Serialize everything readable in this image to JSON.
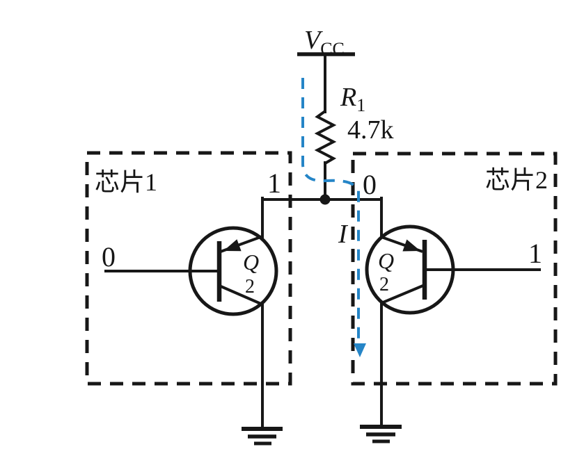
{
  "labels": {
    "vcc_base": "V",
    "vcc_sub": "CC",
    "r1_base": "R",
    "r1_sub": "1",
    "r1_value": "4.7k",
    "current": "I"
  },
  "chip1": {
    "name": "芯片1",
    "output_level": "1",
    "input_level": "0",
    "transistor_base": "Q",
    "transistor_sub": "2"
  },
  "chip2": {
    "name": "芯片2",
    "node_level": "0",
    "input_level": "1",
    "transistor_base": "Q",
    "transistor_sub": "2"
  },
  "colors": {
    "line": "#171717",
    "current_path": "#2585c7",
    "background": "#ffffff"
  }
}
